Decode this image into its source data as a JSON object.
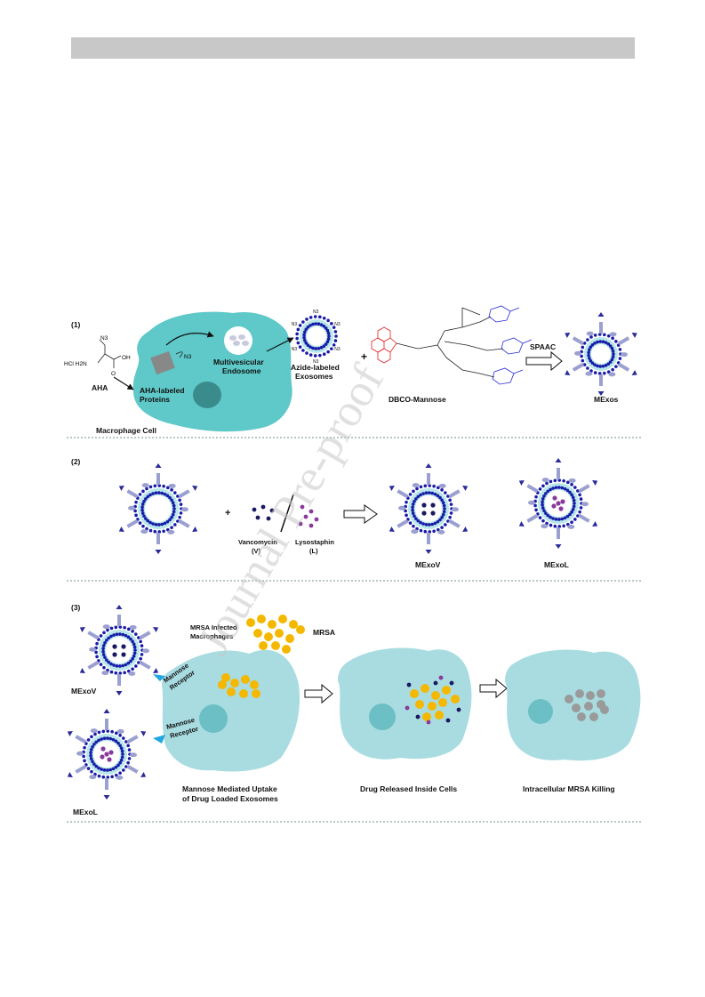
{
  "watermark": "Journal Pre-proof",
  "section1": {
    "number": "(1)",
    "aha": "AHA",
    "aha_n3": "N3",
    "aha_oh": "OH",
    "aha_hcl": "HCl H2N",
    "aha_o": "O",
    "aha_labeled_proteins": [
      "AHA-labeled",
      "Proteins"
    ],
    "multivesicular": [
      "Multivesicular",
      "Endosome"
    ],
    "n3_small": "N3",
    "azide_labeled": [
      "Azide-labeled",
      "Exosomes"
    ],
    "macrophage_cell": "Macrophage Cell",
    "plus": "+",
    "dbco_mannose": "DBCO-Mannose",
    "spaac": "SPAAC",
    "mexos": "MExos"
  },
  "section2": {
    "number": "(2)",
    "plus": "+",
    "vancomycin": [
      "Vancomycin",
      "(V)"
    ],
    "lysostaphin": [
      "Lysostaphin",
      "(L)"
    ],
    "mexov": "MExoV",
    "mexol": "MExoL"
  },
  "section3": {
    "number": "(3)",
    "mexov": "MExoV",
    "mexol": "MExoL",
    "mrsa_infected": [
      "MRSA Infected",
      "Macrophages"
    ],
    "mrsa": "MRSA",
    "mannose_receptor_1": [
      "Mannose",
      "Receptor"
    ],
    "mannose_receptor_2": [
      "Mannose",
      "Receptor"
    ],
    "uptake": [
      "Mannose Mediated Uptake",
      "of Drug Loaded Exosomes"
    ],
    "released": "Drug Released Inside Cells",
    "killing": "Intracellular MRSA Killing"
  },
  "colors": {
    "cell_teal": "#5fc8c8",
    "cell_light": "#a8dce0",
    "nucleus_dark": "#3a8c8c",
    "exosome_blue": "#1a1aa8",
    "receptor_lavender": "#9aa0d0",
    "mrsa_orange": "#f5b800",
    "lysostaphin_purple": "#8a3a9a",
    "vancomycin_navy": "#1a1a60",
    "divider": "#8aa6a6"
  }
}
